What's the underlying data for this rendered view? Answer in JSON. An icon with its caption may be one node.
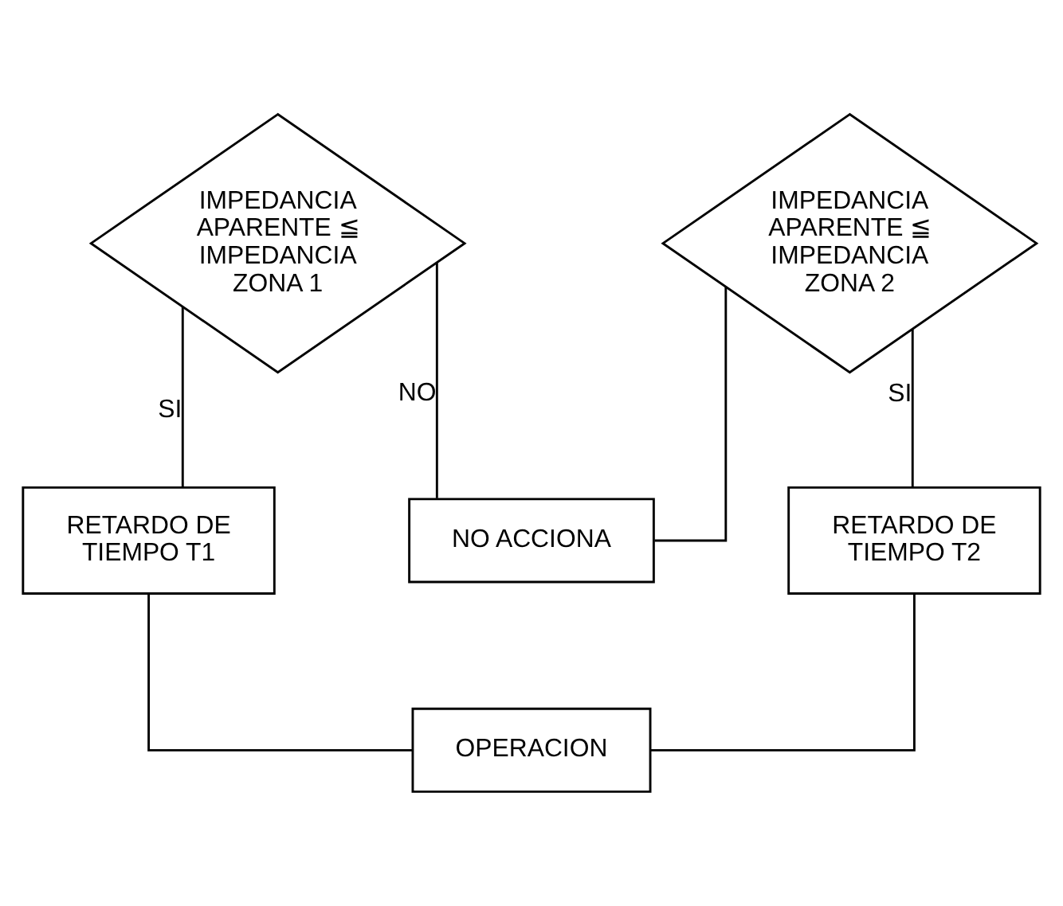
{
  "diagram": {
    "nodes": [
      {
        "text": [
          "IMPEDANCIA APARENTE ≦ IMPEDANCIA ZONA 1"
        ]
      },
      {
        "text": [
          "IMPEDANCIA APARENTE ≦ IMPEDANCIA ZONA 2"
        ]
      },
      {
        "text": [
          "NO ACCIONA"
        ]
      },
      {
        "text": [
          "RETARDO DE TIEMPO T1"
        ]
      },
      {
        "text": [
          "RETARDO DE TIEMPO T2"
        ]
      },
      {
        "text": [
          "OPERACION"
        ]
      }
    ],
    "edges": [
      {
        "from": 0,
        "to": 2,
        "arrow": "none",
        "label": "NO"
      },
      {
        "from": 1,
        "to": 2,
        "arrow": "none"
      },
      {
        "from": 0,
        "to": 3,
        "arrow": "none",
        "label": "SI"
      },
      {
        "from": 1,
        "to": 4,
        "arrow": "none",
        "label": "SI"
      },
      {
        "from": 3,
        "to": 5,
        "arrow": "none"
      },
      {
        "from": 4,
        "to": 5,
        "arrow": "none"
      }
    ]
  }
}
